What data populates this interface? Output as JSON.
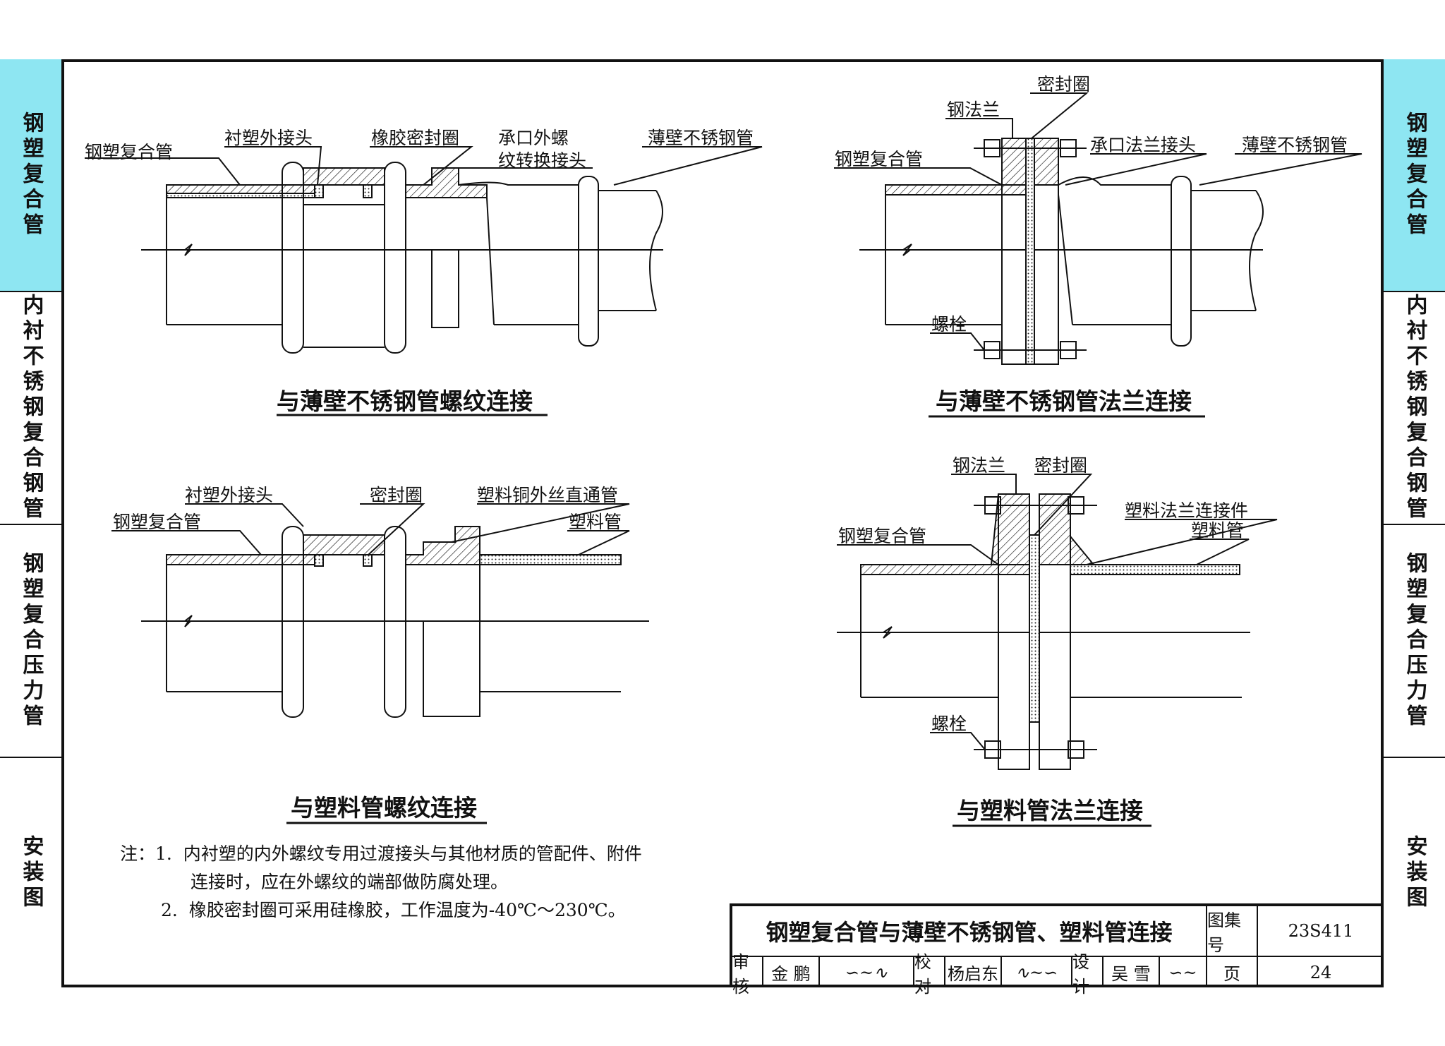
{
  "side_tabs": [
    {
      "label": "钢塑复合管",
      "active": true
    },
    {
      "label": "内衬不锈钢复合钢管",
      "active": false
    },
    {
      "label": "钢塑复合压力管",
      "active": false
    },
    {
      "label": "安装图",
      "active": false
    }
  ],
  "diagrams": {
    "d1": {
      "title": "与薄壁不锈钢管螺纹连接",
      "labels": {
        "pipe": "钢塑复合管",
        "outer_joint": "衬塑外接头",
        "seal": "橡胶密封圈",
        "adapter_1": "承口外螺",
        "adapter_2": "纹转换接头",
        "ss_pipe": "薄壁不锈钢管"
      }
    },
    "d2": {
      "title": "与薄壁不锈钢管法兰连接",
      "labels": {
        "seal": "密封圈",
        "flange": "钢法兰",
        "pipe": "钢塑复合管",
        "socket_flange": "承口法兰接头",
        "ss_pipe": "薄壁不锈钢管",
        "bolt": "螺栓"
      }
    },
    "d3": {
      "title": "与塑料管螺纹连接",
      "labels": {
        "outer_joint": "衬塑外接头",
        "seal": "密封圈",
        "straight": "塑料铜外丝直通管",
        "pipe": "钢塑复合管",
        "plastic_pipe": "塑料管"
      }
    },
    "d4": {
      "title": "与塑料管法兰连接",
      "labels": {
        "flange": "钢法兰",
        "seal": "密封圈",
        "plastic_flange": "塑料法兰连接件",
        "pipe": "钢塑复合管",
        "plastic_pipe": "塑料管",
        "bolt": "螺栓"
      }
    }
  },
  "notes": {
    "prefix": "注：",
    "n1_num": "1.",
    "n1_line1": "内衬塑的内外螺纹专用过渡接头与其他材质的管配件、附件",
    "n1_line2": "连接时，应在外螺纹的端部做防腐处理。",
    "n2_num": "2.",
    "n2_line1": "橡胶密封圈可采用硅橡胶，工作温度为-40℃～230℃。"
  },
  "title_block": {
    "title": "钢塑复合管与薄壁不锈钢管、塑料管连接",
    "atlas_label": "图集号",
    "atlas_no": "23S411",
    "review_label": "审核",
    "review_name": "金  鹏",
    "check_label": "校对",
    "check_name": "杨启东",
    "design_label": "设计",
    "design_name": "吴  雪",
    "page_label": "页",
    "page_no": "24"
  },
  "colors": {
    "tab_active": "#8ee6f2",
    "line": "#111111"
  }
}
